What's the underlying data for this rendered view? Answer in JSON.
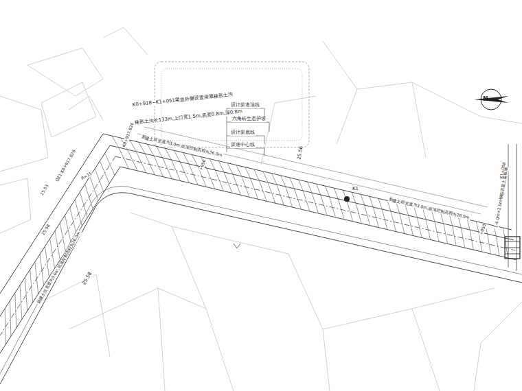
{
  "diagram": {
    "labels": [
      "K0+918~K1+051渠道外侧设置灌溉梯形土沟",
      "梯形土沟长133m,上口宽1.5m,底宽0.8m,深0.8m",
      "设计渠道顶线",
      "六角砖生态护坡",
      "设计渠底线",
      "渠道中心线",
      "新建土坝宽度为3.0m,坝顶控制高程为26.0m",
      "K0+917.826",
      "+950",
      "25.56",
      "K1",
      "新建土坝宽度为3.0m,坝顶控制高程为26.0m",
      "+050",
      "K1+058",
      "1-4.0m×2.0m钢筋混凝土盖板涵",
      "R=15",
      "QZ1:K0+917.826",
      "新建土坝宽度为3.0m,坝顶控制高程为26.0m",
      "25.58",
      "25.53",
      "25.58",
      "N"
    ]
  }
}
